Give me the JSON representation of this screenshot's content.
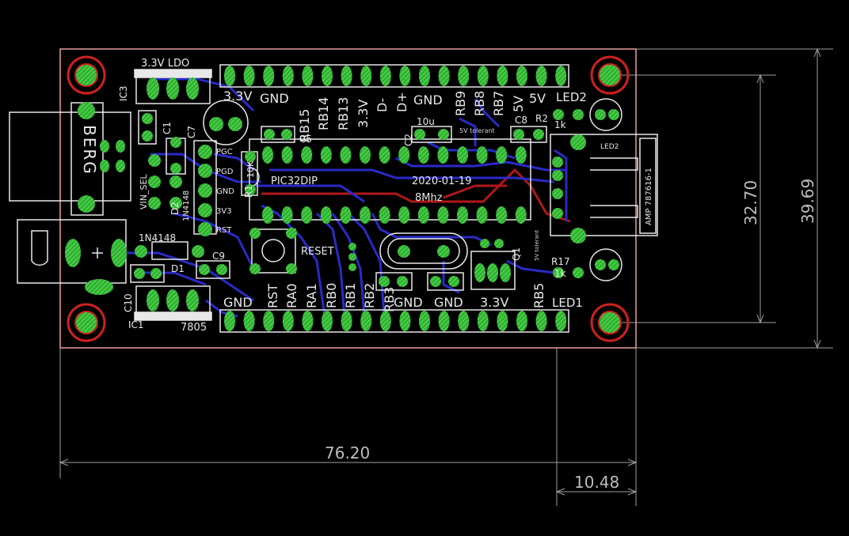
{
  "colors": {
    "background": "#000000",
    "board_outline": "#e8a0a0",
    "pad": "#2db52d",
    "pad_hatch": "#7fe37f",
    "trace_bottom": "#2a2ac8",
    "trace_top": "#b01818",
    "silkscreen": "#e8e8e8",
    "mount_hole": "#d02020",
    "dimension": "#a0a0a0"
  },
  "board": {
    "ldo_label": "3.3V LDO",
    "reg_label": "7805",
    "mcu_label": "PIC32DIP",
    "date": "2020-01-19",
    "crystal": "8Mhz",
    "reset": "RESET",
    "berg": "BERG",
    "amp": "AMP 787616-1",
    "vin_sel": "VIN_SEL",
    "diode_part": "1N4148",
    "five_v_tolerant": "5V tolerant",
    "five_v_tolerant_b": "5V tolerant",
    "resistor_10k": "10K",
    "cap_10u": "10u",
    "res_1k_a": "1k",
    "res_1k_b": "1k",
    "top_header": [
      "3.3V",
      "GND",
      "RB15",
      "RB14",
      "RB13",
      "3.3V",
      "D-",
      "D+",
      "GND",
      "RB9",
      "RB8",
      "RB7",
      "5V",
      "5V"
    ],
    "bottom_header": [
      "GND",
      "RST",
      "RA0",
      "RA1",
      "RB0",
      "RB1",
      "RB2",
      "RB3",
      "GND",
      "GND",
      "3.3V",
      "RB5"
    ],
    "side_header": [
      "PGC",
      "PGD",
      "GND",
      "3V3",
      "RST"
    ],
    "refs": {
      "ic3": "IC3",
      "ic1": "IC1",
      "c1": "C1",
      "c7": "C7",
      "c5": "C5",
      "c2": "C2",
      "c8": "C8",
      "c9": "C9",
      "c10": "C10",
      "d1": "D1",
      "d2": "D2",
      "r1": "R1",
      "r2": "R2",
      "r17": "R17",
      "led1": "LED1",
      "led2": "LED2",
      "led2_small": "LED2",
      "q1": "Q1",
      "d1_part": "1N4148"
    }
  },
  "dimensions": {
    "width": "76.20",
    "height_inner": "32.70",
    "height_outer": "39.69",
    "offset": "10.48"
  }
}
